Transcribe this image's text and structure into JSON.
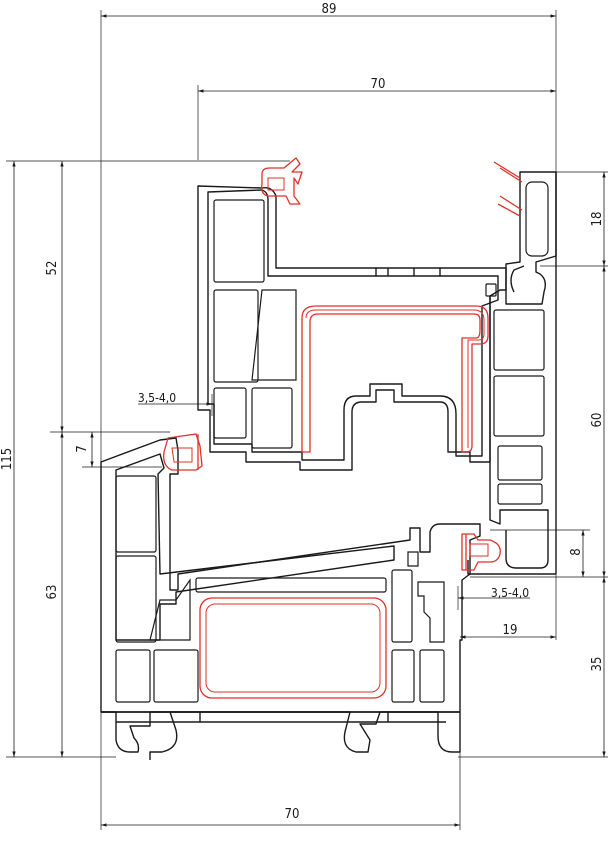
{
  "drawing": {
    "colors": {
      "line": "#1a1a1a",
      "seal": "#e0302a",
      "background": "#ffffff"
    },
    "dimensions": {
      "overall_width": "89",
      "sash_width": "70",
      "frame_width": "70",
      "total_height": "115",
      "sash_height": "52",
      "frame_height": "63",
      "overlap_top": "18",
      "mid_height": "60",
      "sash_rebate": "7",
      "frame_rebate": "8",
      "gap_upper": "3,5-4,0",
      "gap_lower": "3,5-4,0",
      "offset": "19",
      "bottom_height": "35"
    }
  }
}
